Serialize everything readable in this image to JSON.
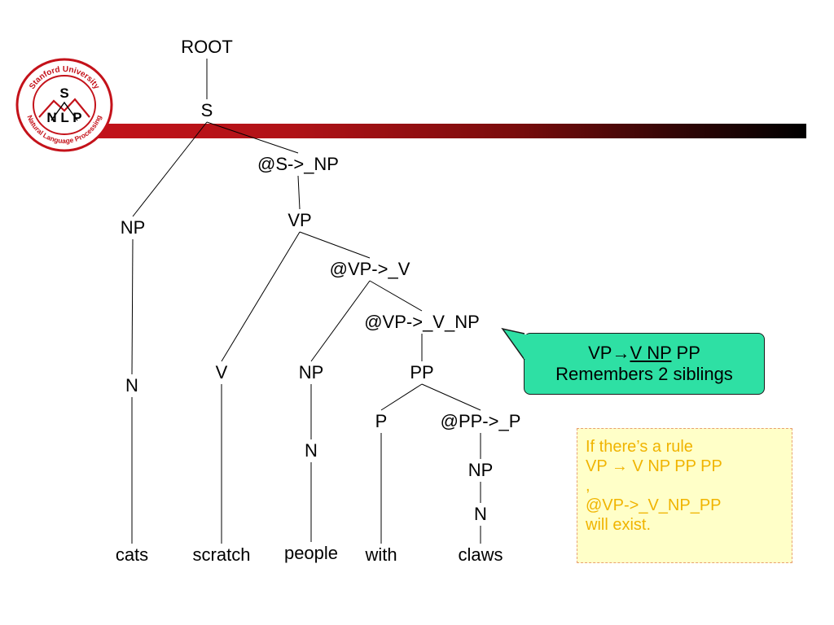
{
  "tree": {
    "nodes": [
      {
        "id": "root",
        "label": "ROOT"
      },
      {
        "id": "s",
        "label": "S"
      },
      {
        "id": "s-np-bin",
        "label": "@S->_NP"
      },
      {
        "id": "np-1",
        "label": "NP"
      },
      {
        "id": "vp",
        "label": "VP"
      },
      {
        "id": "vp-v-bin",
        "label": "@VP->_V"
      },
      {
        "id": "vp-v-np-bin",
        "label": "@VP->_V_NP"
      },
      {
        "id": "n-1",
        "label": "N"
      },
      {
        "id": "v",
        "label": "V"
      },
      {
        "id": "np-2",
        "label": "NP"
      },
      {
        "id": "pp",
        "label": "PP"
      },
      {
        "id": "n-2",
        "label": "N"
      },
      {
        "id": "p",
        "label": "P"
      },
      {
        "id": "pp-p-bin",
        "label": "@PP->_P"
      },
      {
        "id": "np-3",
        "label": "NP"
      },
      {
        "id": "n-3",
        "label": "N"
      },
      {
        "id": "word-cats",
        "label": "cats"
      },
      {
        "id": "word-scratch",
        "label": "scratch"
      },
      {
        "id": "word-people",
        "label": "people"
      },
      {
        "id": "word-with",
        "label": "with"
      },
      {
        "id": "word-claws",
        "label": "claws"
      }
    ],
    "edges": [
      [
        "root",
        "s"
      ],
      [
        "s",
        "np-1"
      ],
      [
        "s",
        "s-np-bin"
      ],
      [
        "s-np-bin",
        "vp"
      ],
      [
        "vp",
        "v"
      ],
      [
        "vp",
        "vp-v-bin"
      ],
      [
        "vp-v-bin",
        "np-2"
      ],
      [
        "vp-v-bin",
        "vp-v-np-bin"
      ],
      [
        "vp-v-np-bin",
        "pp"
      ],
      [
        "pp",
        "p"
      ],
      [
        "pp",
        "pp-p-bin"
      ],
      [
        "pp-p-bin",
        "np-3"
      ],
      [
        "np-3",
        "n-3"
      ],
      [
        "n-3",
        "word-claws"
      ],
      [
        "np-1",
        "n-1"
      ],
      [
        "n-1",
        "word-cats"
      ],
      [
        "v",
        "word-scratch"
      ],
      [
        "np-2",
        "n-2"
      ],
      [
        "n-2",
        "word-people"
      ],
      [
        "p",
        "word-with"
      ]
    ]
  },
  "callout": {
    "rule_lhs": "VP",
    "arrow": "→",
    "rule_rhs_underlined": "V NP",
    "rule_rhs_rest": " PP",
    "caption": "Remembers 2 siblings",
    "fill_color": "#2ee0a4"
  },
  "note": {
    "lines": [
      "If there’s a rule",
      "VP → V NP PP PP",
      ",",
      "@VP->_V_NP_PP",
      "will exist."
    ],
    "text_color": "#f0b400",
    "fill_color": "#ffffc8"
  },
  "logo": {
    "top_text": "Stanford University",
    "bottom_text": "Natural Language Processing",
    "center_top": "S",
    "center_bottom": "N L P",
    "color": "#c4121a"
  }
}
